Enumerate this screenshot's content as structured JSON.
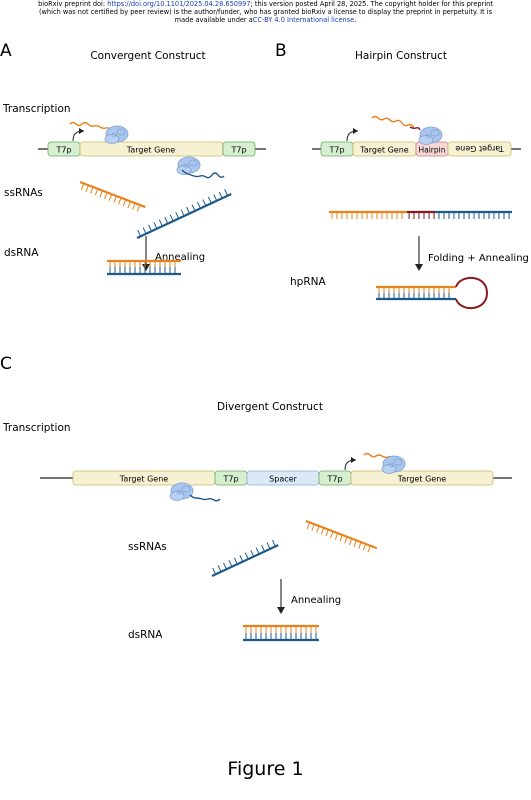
{
  "header": {
    "line1_a": "bioRxiv preprint doi: ",
    "doi_link": "https://doi.org/10.1101/2025.04.28.650997",
    "line1_b": "; this version posted April 28, 2025. The copyright holder for this preprint",
    "line2": "(which was not certified by peer review) is the author/funder, who has granted bioRxiv a license to display the preprint in perpetuity. It is",
    "line3_a": "made available under a",
    "license_link": "CC-BY 4.0 International license",
    "line3_b": "."
  },
  "panelA": {
    "letter": "A",
    "title": "Convergent Construct",
    "row_transcription": "Transcription",
    "row_ssrnas": "ssRNAs",
    "row_dsrna": "dsRNA",
    "promoter_left": "T7p",
    "gene": "Target Gene",
    "promoter_right": "T7p",
    "arrow_label": "Annealing"
  },
  "panelB": {
    "letter": "B",
    "title": "Hairpin Construct",
    "row_hprna": "hpRNA",
    "promoter": "T7p",
    "gene": "Target Gene",
    "hairpin": "Hairpin",
    "gene_reversed": "Target Gene",
    "arrow_label": "Folding + Annealing"
  },
  "panelC": {
    "letter": "C",
    "title": "Divergent Construct",
    "row_transcription": "Transcription",
    "row_ssrnas": "ssRNAs",
    "row_dsrna": "dsRNA",
    "gene_left": "Target Gene",
    "promoter_left": "T7p",
    "spacer": "Spacer",
    "promoter_right": "T7p",
    "gene_right": "Target Gene",
    "arrow_label": "Annealing"
  },
  "figure_caption": "Figure 1",
  "colors": {
    "sense_rna": "#e8821e",
    "antisense_rna": "#1d5a8c",
    "hairpin_loop": "#8b1a1a",
    "promoter_fill": "#d6efd0",
    "gene_fill": "#f6f1d2",
    "hairpin_fill": "#f7d6d6",
    "spacer_fill": "#dbe9f6",
    "polymerase": "#a9c6ee"
  },
  "icons": {
    "polymerase": "rna-polymerase-icon",
    "start_arrow": "transcription-start-arrow-icon"
  }
}
